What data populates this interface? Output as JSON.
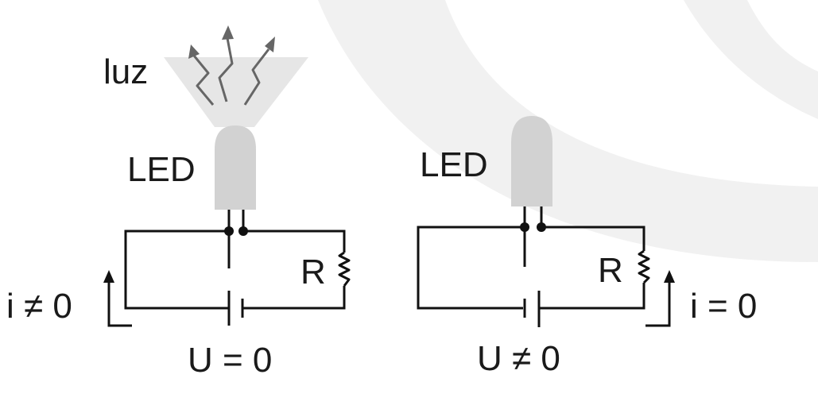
{
  "colors": {
    "wire": "#111111",
    "led_body": "#d2d2d2",
    "light_cone": "#e6e6e6",
    "ray": "#666666",
    "background_arc": "#f1f1f1",
    "text": "#1a1a1a"
  },
  "left_circuit": {
    "light_label": "luz",
    "led_label": "LED",
    "resistor_label": "R",
    "current_label": "i ≠ 0",
    "voltage_label": "U = 0",
    "led_lit": true
  },
  "right_circuit": {
    "led_label": "LED",
    "resistor_label": "R",
    "current_label": "i = 0",
    "voltage_label": "U ≠ 0",
    "led_lit": false
  }
}
